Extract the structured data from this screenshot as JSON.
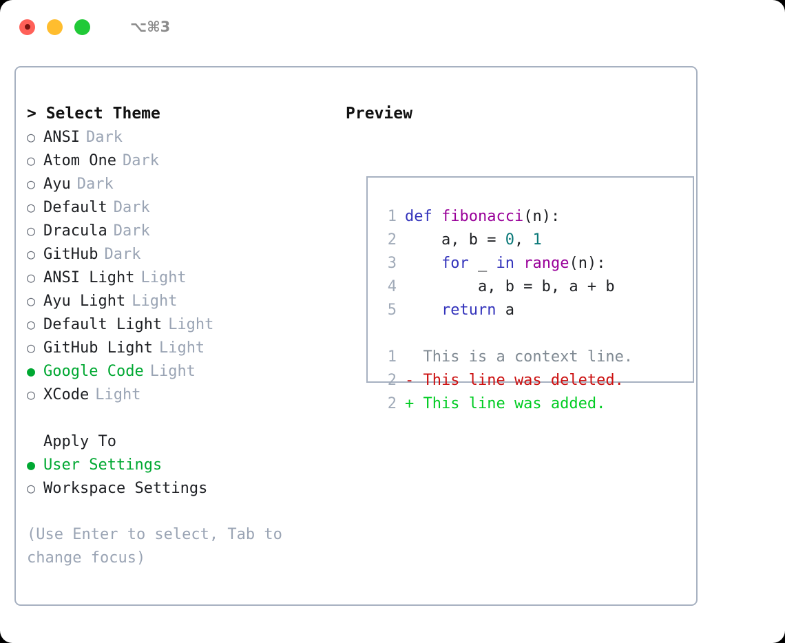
{
  "titlebar": {
    "shortcut": "⌥⌘3",
    "buttons": [
      {
        "name": "close",
        "color": "#ff6058"
      },
      {
        "name": "minimize",
        "color": "#ffbd2e"
      },
      {
        "name": "maximize",
        "color": "#20c937"
      }
    ]
  },
  "theme_panel": {
    "header": "> Select Theme",
    "items": [
      {
        "bullet": "○",
        "label": "ANSI",
        "tag": "Dark",
        "selected": false
      },
      {
        "bullet": "○",
        "label": "Atom One",
        "tag": "Dark",
        "selected": false
      },
      {
        "bullet": "○",
        "label": "Ayu",
        "tag": "Dark",
        "selected": false
      },
      {
        "bullet": "○",
        "label": "Default",
        "tag": "Dark",
        "selected": false
      },
      {
        "bullet": "○",
        "label": "Dracula",
        "tag": "Dark",
        "selected": false
      },
      {
        "bullet": "○",
        "label": "GitHub",
        "tag": "Dark",
        "selected": false
      },
      {
        "bullet": "○",
        "label": "ANSI Light",
        "tag": "Light",
        "selected": false
      },
      {
        "bullet": "○",
        "label": "Ayu Light",
        "tag": "Light",
        "selected": false
      },
      {
        "bullet": "○",
        "label": "Default Light",
        "tag": "Light",
        "selected": false
      },
      {
        "bullet": "○",
        "label": "GitHub Light",
        "tag": "Light",
        "selected": false
      },
      {
        "bullet": "●",
        "label": "Google Code",
        "tag": "Light",
        "selected": true
      },
      {
        "bullet": "○",
        "label": "XCode",
        "tag": "Light",
        "selected": false
      }
    ],
    "apply_to": {
      "title": "Apply To",
      "options": [
        {
          "bullet": "●",
          "label": "User Settings",
          "selected": true
        },
        {
          "bullet": "○",
          "label": "Workspace Settings",
          "selected": false
        }
      ]
    },
    "hint": "(Use Enter to select, Tab to change focus)"
  },
  "preview": {
    "header": "Preview",
    "code_lines": [
      {
        "no": "1",
        "tokens": [
          {
            "t": "def",
            "c": "kw"
          },
          {
            "t": " ",
            "c": "pl"
          },
          {
            "t": "fibonacci",
            "c": "fn"
          },
          {
            "t": "(n):",
            "c": "pl"
          }
        ]
      },
      {
        "no": "2",
        "tokens": [
          {
            "t": "    a, b = ",
            "c": "pl"
          },
          {
            "t": "0",
            "c": "num"
          },
          {
            "t": ", ",
            "c": "pl"
          },
          {
            "t": "1",
            "c": "num"
          }
        ]
      },
      {
        "no": "3",
        "tokens": [
          {
            "t": "    ",
            "c": "pl"
          },
          {
            "t": "for",
            "c": "kw"
          },
          {
            "t": " _ ",
            "c": "pl"
          },
          {
            "t": "in",
            "c": "kw"
          },
          {
            "t": " ",
            "c": "pl"
          },
          {
            "t": "range",
            "c": "fn"
          },
          {
            "t": "(n):",
            "c": "pl"
          }
        ]
      },
      {
        "no": "4",
        "tokens": [
          {
            "t": "        a, b = b, a + b",
            "c": "pl"
          }
        ]
      },
      {
        "no": "5",
        "tokens": [
          {
            "t": "    ",
            "c": "pl"
          },
          {
            "t": "return",
            "c": "kw"
          },
          {
            "t": " a",
            "c": "pl"
          }
        ]
      }
    ],
    "diff_lines": [
      {
        "no": "1",
        "text": "  This is a context line.",
        "kind": "ctx"
      },
      {
        "no": "2",
        "text": "- This line was deleted.",
        "kind": "del"
      },
      {
        "no": "2",
        "text": "+ This line was added.",
        "kind": "add"
      }
    ]
  },
  "colors": {
    "accent_green": "#00a832",
    "border": "#a7b1c1",
    "muted": "#9aa4b4",
    "keyword": "#3333bb",
    "function": "#990099",
    "number": "#0a7878",
    "diff_deleted": "#cc1111",
    "diff_added": "#00cc22"
  }
}
